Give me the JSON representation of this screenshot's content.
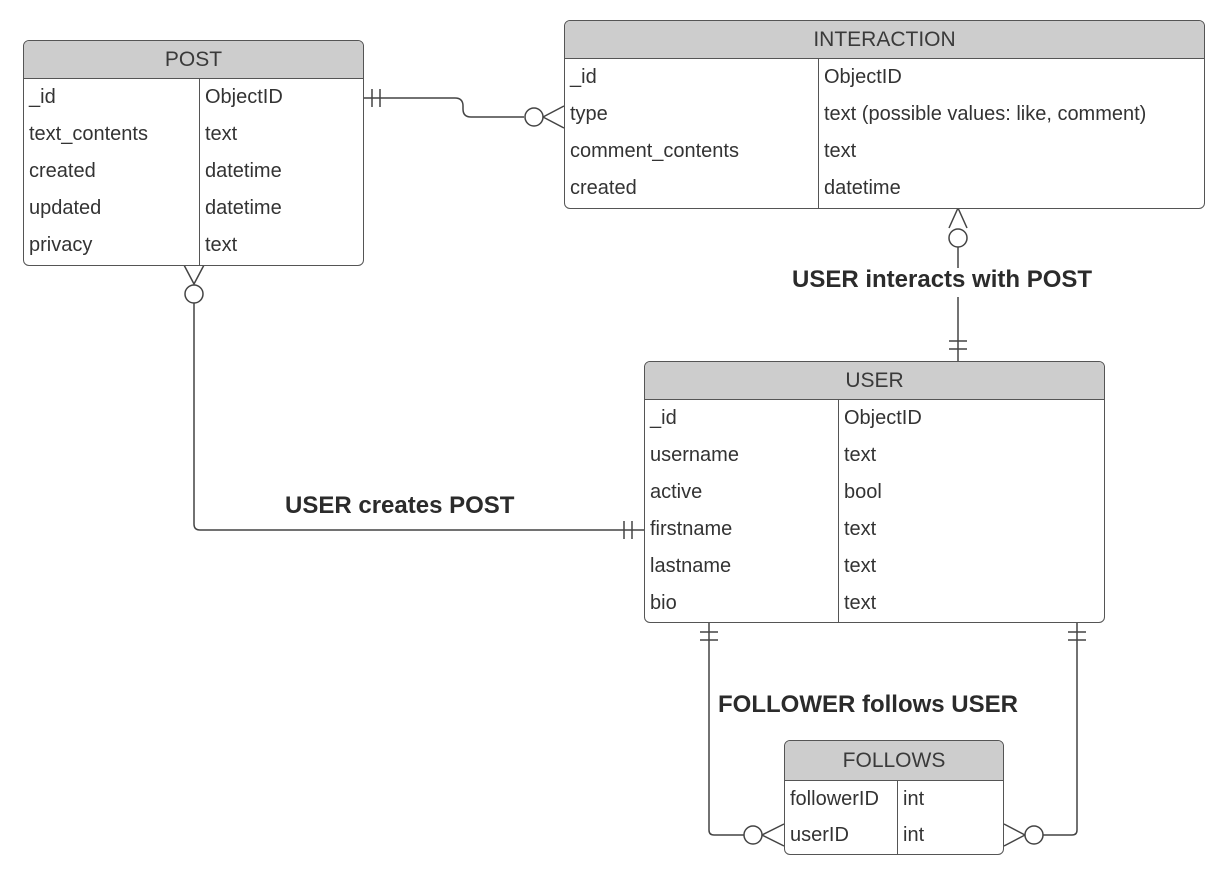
{
  "entities": {
    "post": {
      "title": "POST",
      "fields": [
        {
          "name": "_id",
          "type": "ObjectID"
        },
        {
          "name": "text_contents",
          "type": "text"
        },
        {
          "name": "created",
          "type": "datetime"
        },
        {
          "name": "updated",
          "type": "datetime"
        },
        {
          "name": "privacy",
          "type": "text"
        }
      ]
    },
    "interaction": {
      "title": "INTERACTION",
      "fields": [
        {
          "name": "_id",
          "type": "ObjectID"
        },
        {
          "name": "type",
          "type": "text (possible values: like, comment)"
        },
        {
          "name": "comment_contents",
          "type": "text"
        },
        {
          "name": "created",
          "type": "datetime"
        }
      ]
    },
    "user": {
      "title": "USER",
      "fields": [
        {
          "name": "_id",
          "type": "ObjectID"
        },
        {
          "name": "username",
          "type": "text"
        },
        {
          "name": "active",
          "type": "bool"
        },
        {
          "name": "firstname",
          "type": "text"
        },
        {
          "name": "lastname",
          "type": "text"
        },
        {
          "name": "bio",
          "type": "text"
        }
      ]
    },
    "follows": {
      "title": "FOLLOWS",
      "fields": [
        {
          "name": "followerID",
          "type": "int"
        },
        {
          "name": "userID",
          "type": "int"
        }
      ]
    }
  },
  "relationships": {
    "user_creates_post": "USER creates POST",
    "user_interacts_with_post": "USER interacts with POST",
    "follower_follows_user": "FOLLOWER follows USER"
  }
}
